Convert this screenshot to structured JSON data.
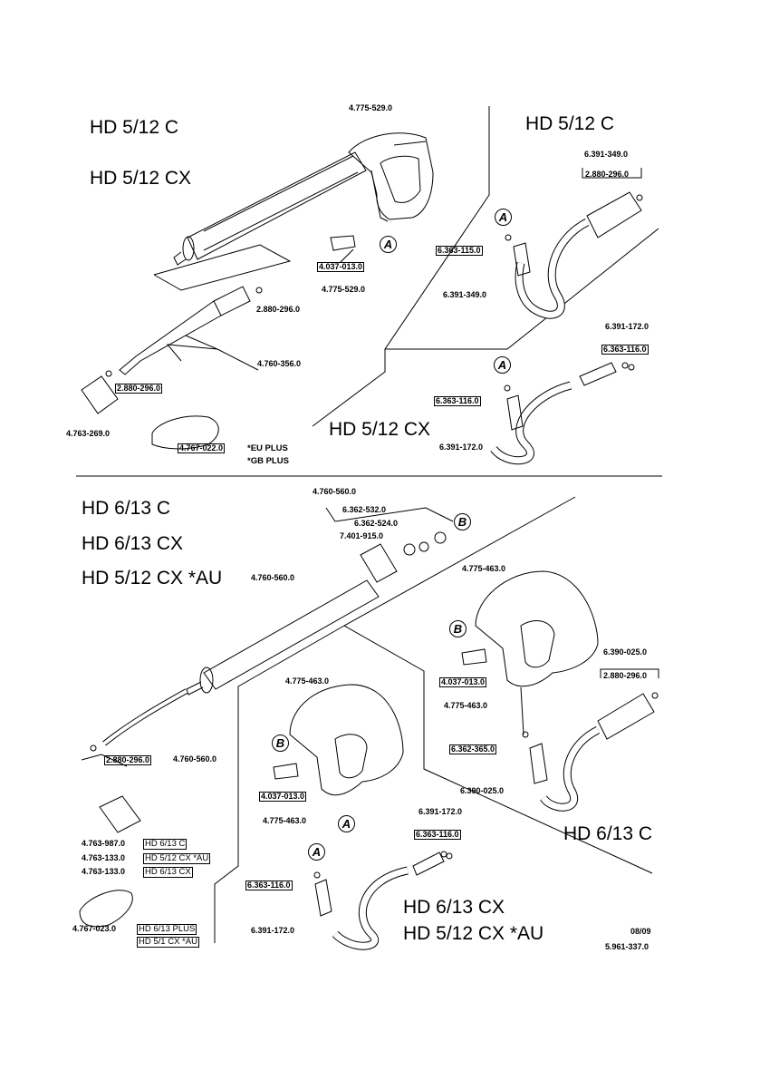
{
  "models": {
    "top_left_1": "HD 5/12 C",
    "top_left_2": "HD 5/12 CX",
    "top_right": "HD 5/12 C",
    "mid_right": "HD 5/12 CX",
    "bottom_left_1": "HD 6/13 C",
    "bottom_left_2": "HD 6/13 CX",
    "bottom_left_3": "HD 5/12 CX *AU",
    "bottom_right_1": "HD 6/13 C",
    "bottom_right_2": "HD 6/13 CX",
    "bottom_right_3": "HD 5/12 CX *AU"
  },
  "parts": {
    "p1": "4.775-529.0",
    "p2": "4.037-013.0",
    "p3": "4.775-529.0",
    "p4": "2.880-296.0",
    "p5": "4.760-356.0",
    "p6": "2.880-296.0",
    "p7": "4.763-269.0",
    "p8": "4.767-022.0",
    "p9": "6.391-349.0",
    "p10": "2.880-296.0",
    "p11": "6.363-115.0",
    "p12": "6.391-349.0",
    "p13": "6.391-172.0",
    "p14": "6.363-116.0",
    "p15": "6.363-116.0",
    "p16": "6.391-172.0",
    "p17": "4.760-560.0",
    "p18": "6.362-532.0",
    "p19": "6.362-524.0",
    "p20": "7.401-915.0",
    "p21": "4.760-560.0",
    "p22": "4.775-463.0",
    "p23": "4.037-013.0",
    "p24": "4.775-463.0",
    "p25": "6.390-025.0",
    "p26": "2.880-296.0",
    "p27": "4.775-463.0",
    "p28": "6.362-365.0",
    "p29": "6.390-025.0",
    "p30": "2.880-296.0",
    "p31": "4.760-560.0",
    "p32": "4.037-013.0",
    "p33": "4.775-463.0",
    "p34": "6.391-172.0",
    "p35": "6.363-116.0",
    "p36": "6.363-116.0",
    "p37": "6.391-172.0",
    "p38": "4.763-987.0",
    "p39": "4.763-133.0",
    "p40": "4.763-133.0",
    "p41": "4.767-023.0"
  },
  "notes": {
    "eu_plus": "*EU PLUS",
    "gb_plus": "*GB PLUS",
    "n_hd613c": "HD 6/13 C",
    "n_hd512cxau": "HD 5/12 CX *AU",
    "n_hd613cx": "HD 6/13 CX",
    "n_hd613plus": "HD 6/13 PLUS",
    "n_hd51cxau": "HD 5/1 CX *AU"
  },
  "callouts": {
    "a": "A",
    "b": "B"
  },
  "footer": {
    "date": "08/09",
    "doc_number": "5.961-337.0"
  }
}
